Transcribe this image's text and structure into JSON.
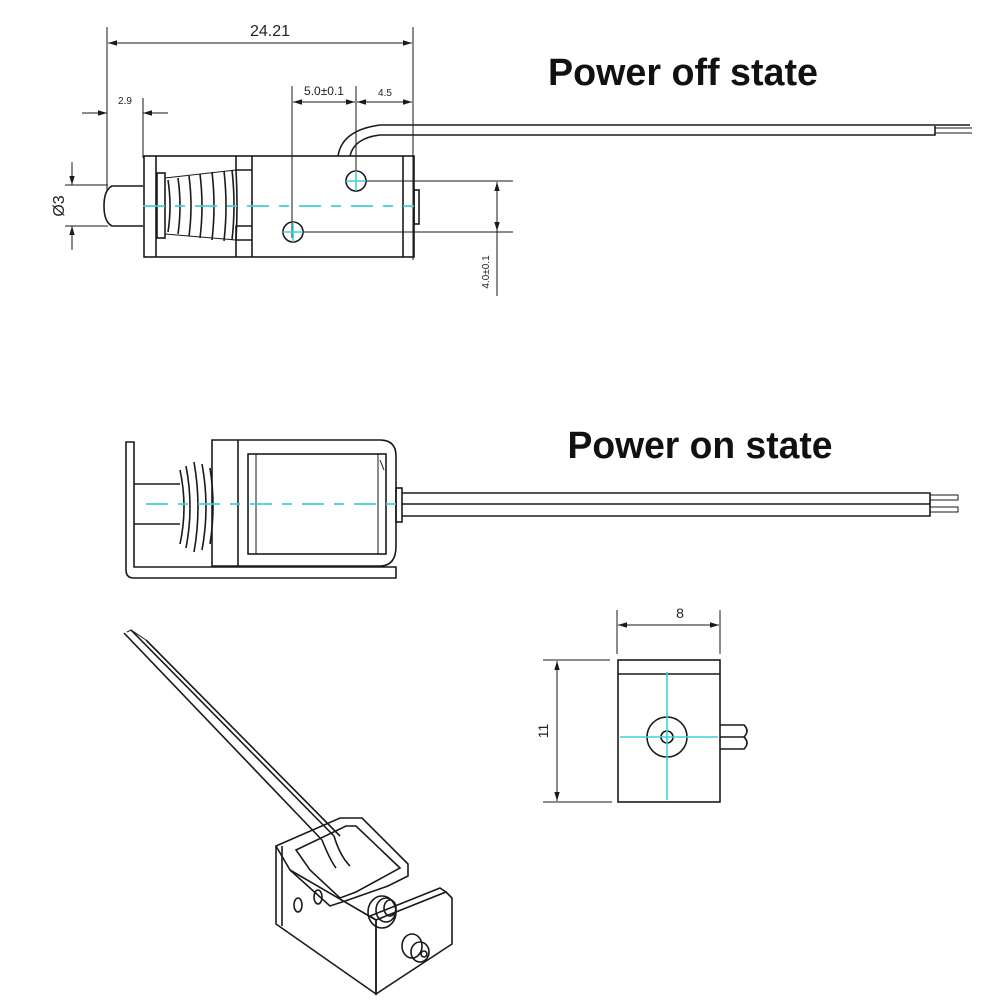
{
  "headings": {
    "power_off": "Power off state",
    "power_on": "Power on state"
  },
  "dimensions": {
    "overall_length": "24.21",
    "plunger_extension": "2.9",
    "plunger_diameter": "Ø3",
    "hole_spacing_horizontal": "5.0±0.1",
    "hole_to_end": "4.5",
    "hole_spacing_vertical": "4.0±0.1",
    "end_view_width": "8",
    "end_view_height": "11"
  },
  "colors": {
    "centerline": "#3fd0d6",
    "linework": "#1a1a1a",
    "background": "#ffffff"
  }
}
